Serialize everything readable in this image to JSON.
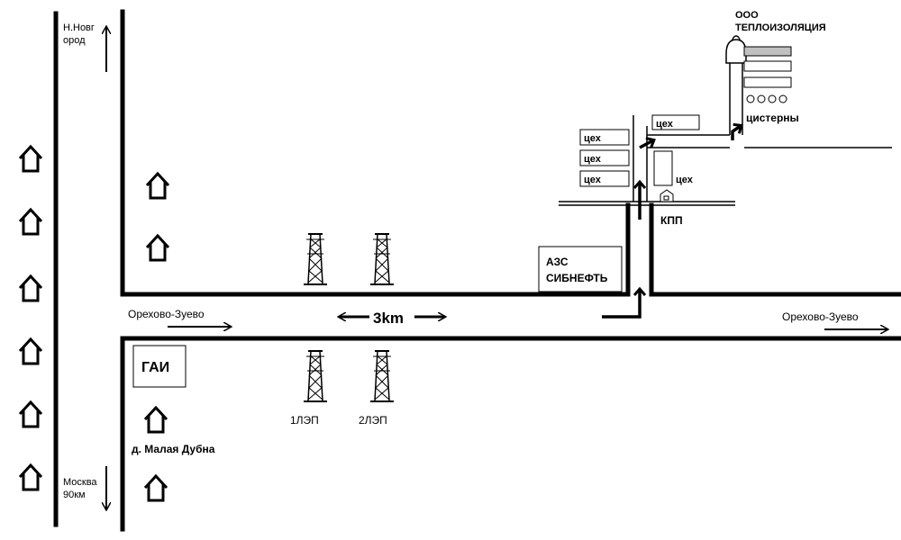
{
  "labels": {
    "north_city_line1": "Н.Новг",
    "north_city_line2": "ород",
    "south_city_line1": "Москва",
    "south_city_line2": "90км",
    "west_road": "Орехово-Зуево",
    "east_road": "Орехово-Зуево",
    "distance": "3km",
    "gai": "ГАИ",
    "village": "д. Малая Дубна",
    "tower_1": "1ЛЭП",
    "tower_2": "2ЛЭП",
    "gas_station_line1": "АЗС",
    "gas_station_line2": "СИБНЕФТЬ",
    "company_line1": "ООО",
    "company_line2": "ТЕПЛОИЗОЛЯЦИЯ",
    "tanks": "цистерны",
    "checkpoint": "КПП",
    "workshop_1": "цех",
    "workshop_2": "цех",
    "workshop_3": "цех",
    "workshop_4": "цех",
    "workshop_5": "цех"
  },
  "icons": {
    "house": "house-icon",
    "tower": "power-line-tower-icon",
    "arrow": "direction-arrow-icon"
  },
  "colors": {
    "ink": "#000000",
    "background": "#ffffff",
    "shaded_bar": "#c0c0c0"
  }
}
